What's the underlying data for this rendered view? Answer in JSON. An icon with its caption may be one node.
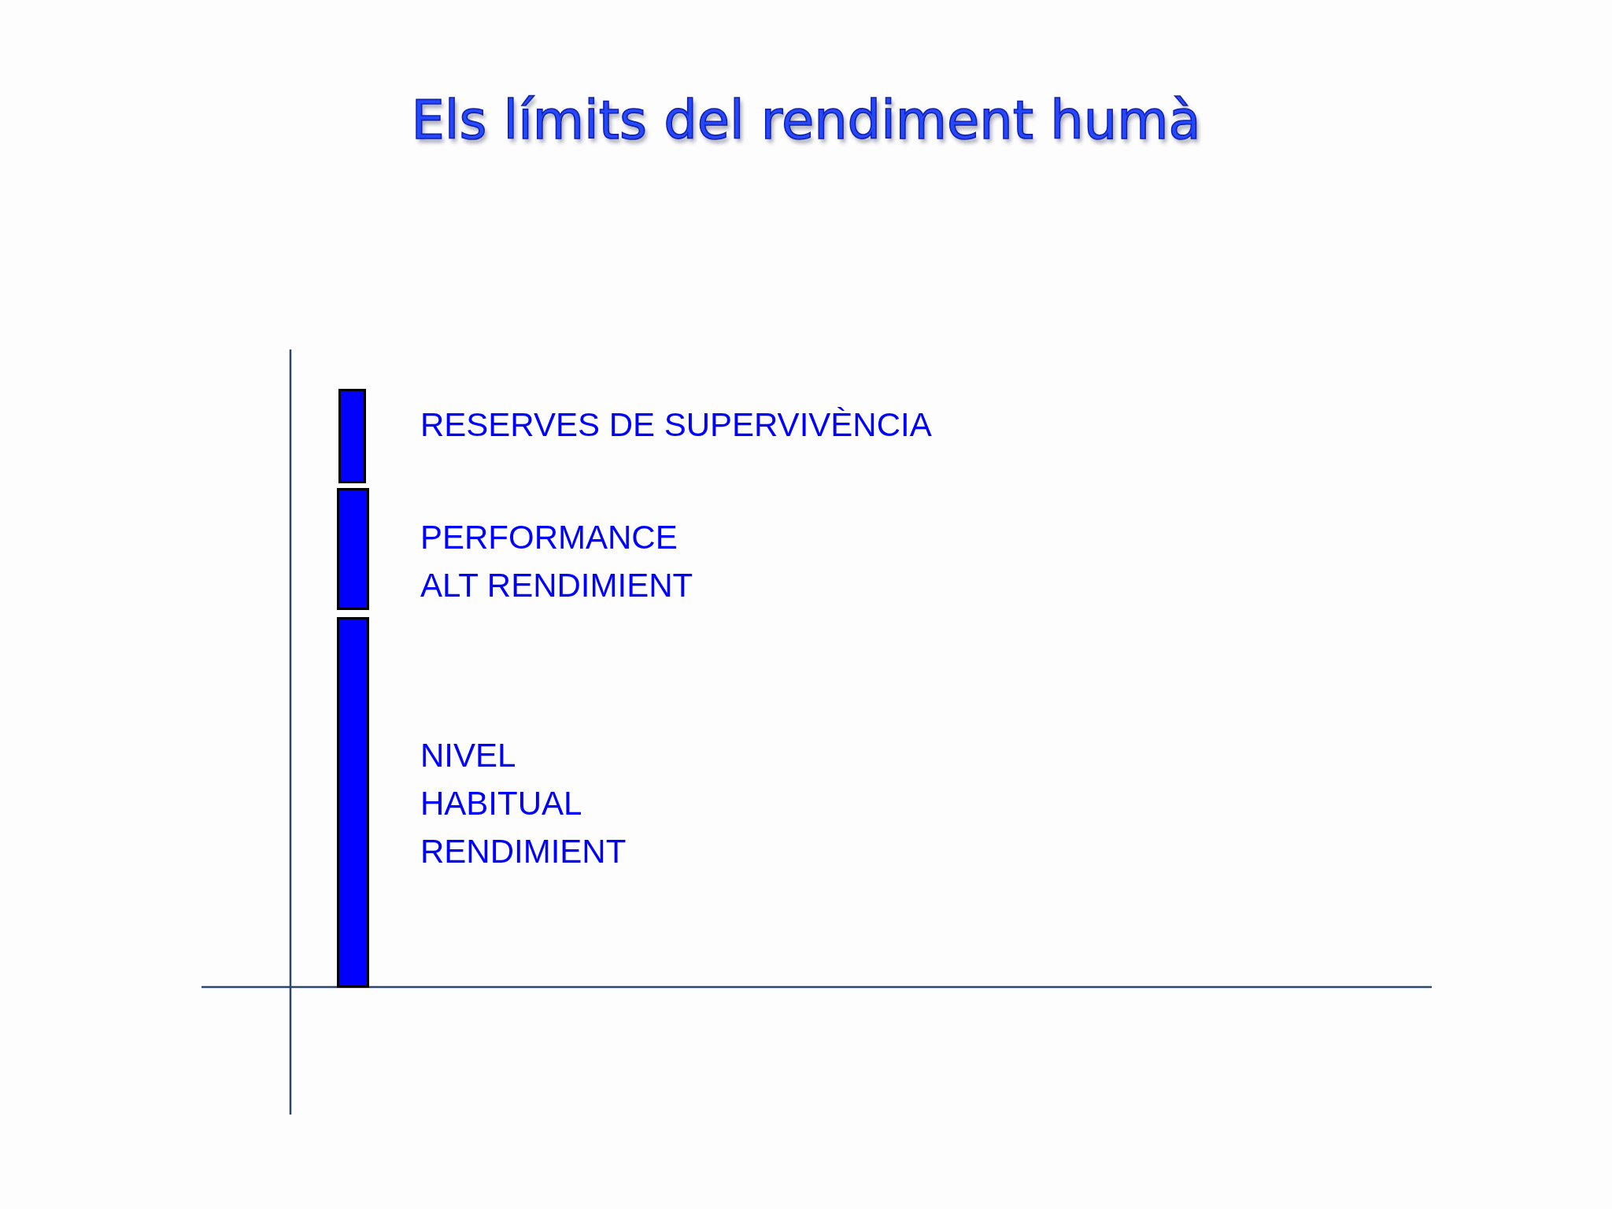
{
  "diagram": {
    "title": "Els límits del rendiment humà",
    "nodes": [
      {
        "text": [],
        "shape": "bar",
        "beside": [
          "RESERVES DE SUPERVIVÈNCIA"
        ]
      },
      {
        "text": [],
        "shape": "bar",
        "beside": [
          "PERFORMANCE ALT RENDIMIENT"
        ]
      },
      {
        "text": [],
        "shape": "bar",
        "beside": [
          "NIVEL HABITUAL RENDIMIENT"
        ]
      }
    ]
  }
}
